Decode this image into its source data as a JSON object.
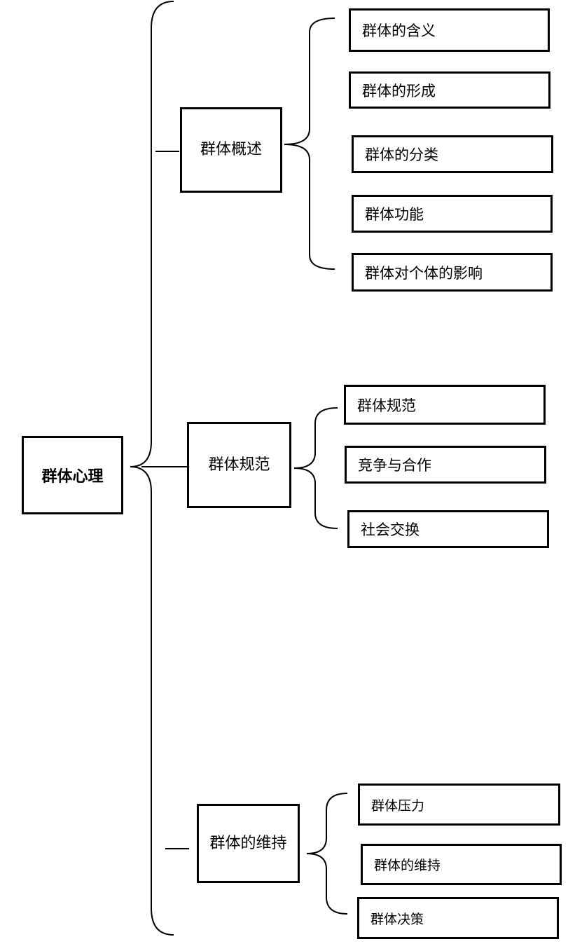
{
  "diagram": {
    "root": {
      "label": "群体心理"
    },
    "branches": [
      {
        "label": "群体概述",
        "children": [
          {
            "label": "群体的含义"
          },
          {
            "label": "群体的形成"
          },
          {
            "label": "群体的分类"
          },
          {
            "label": "群体功能"
          },
          {
            "label": "群体对个体的影响"
          }
        ]
      },
      {
        "label": "群体规范",
        "children": [
          {
            "label": "群体规范"
          },
          {
            "label": "竞争与合作"
          },
          {
            "label": "社会交换"
          }
        ]
      },
      {
        "label": "群体的维持",
        "children": [
          {
            "label": "群体压力"
          },
          {
            "label": "群体的维持"
          },
          {
            "label": "群体决策"
          }
        ]
      }
    ]
  }
}
